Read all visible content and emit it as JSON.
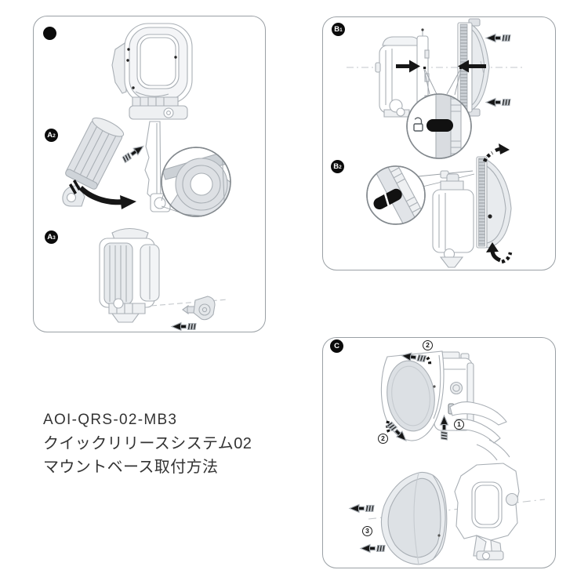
{
  "title_block": {
    "model": "AOI-QRS-02-MB3",
    "line2": "クイックリリースシステム02",
    "line3": "マウントベース取付方法"
  },
  "steps": {
    "a1": {
      "letter": "",
      "sub": ""
    },
    "a2": {
      "letter": "A",
      "sub": "2"
    },
    "a3": {
      "letter": "A",
      "sub": "3"
    },
    "b1": {
      "letter": "B",
      "sub": "1"
    },
    "b2": {
      "letter": "B",
      "sub": "2"
    },
    "c": {
      "letter": "C",
      "sub": ""
    }
  },
  "callouts": {
    "one": "1",
    "two": "2",
    "three": "3"
  },
  "icons": {
    "unlock_icon": "open-padlock"
  },
  "colors": {
    "background": "#ffffff",
    "panel_border": "#9aa0a5",
    "line_art": "#a9afb5",
    "fill_light": "#eceef0",
    "fill_mid": "#dde1e5",
    "ridge": "#cfd4d9",
    "arrow": "#161616",
    "badge": "#0b0b0b",
    "text": "#333333"
  }
}
